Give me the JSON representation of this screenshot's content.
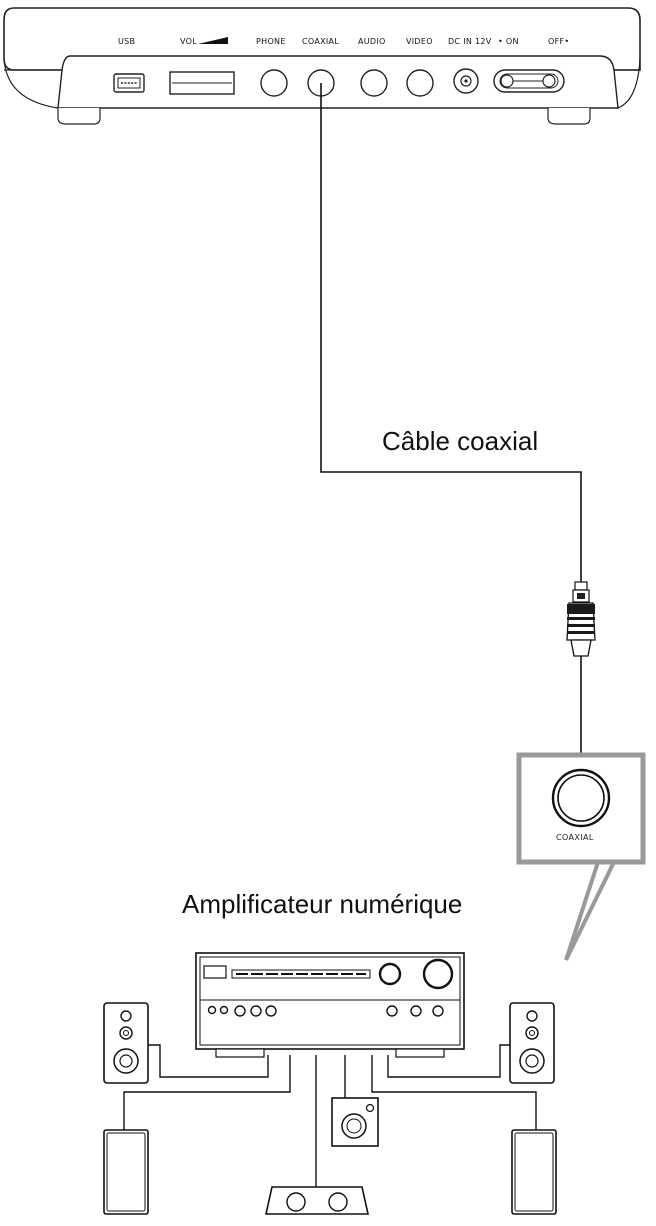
{
  "device": {
    "ports": [
      {
        "id": "usb",
        "label": "USB"
      },
      {
        "id": "vol",
        "label": "VOL"
      },
      {
        "id": "phone",
        "label": "PHONE"
      },
      {
        "id": "coaxial",
        "label": "COAXIAL"
      },
      {
        "id": "audio",
        "label": "AUDIO"
      },
      {
        "id": "video",
        "label": "VIDEO"
      },
      {
        "id": "dcin",
        "label": "DC IN 12V"
      },
      {
        "id": "on",
        "label": "• ON"
      },
      {
        "id": "off",
        "label": "OFF•"
      }
    ]
  },
  "cable": {
    "label": "Câble coaxial"
  },
  "callout": {
    "label": "COAXIAL"
  },
  "amplifier": {
    "label": "Amplificateur numérique"
  }
}
